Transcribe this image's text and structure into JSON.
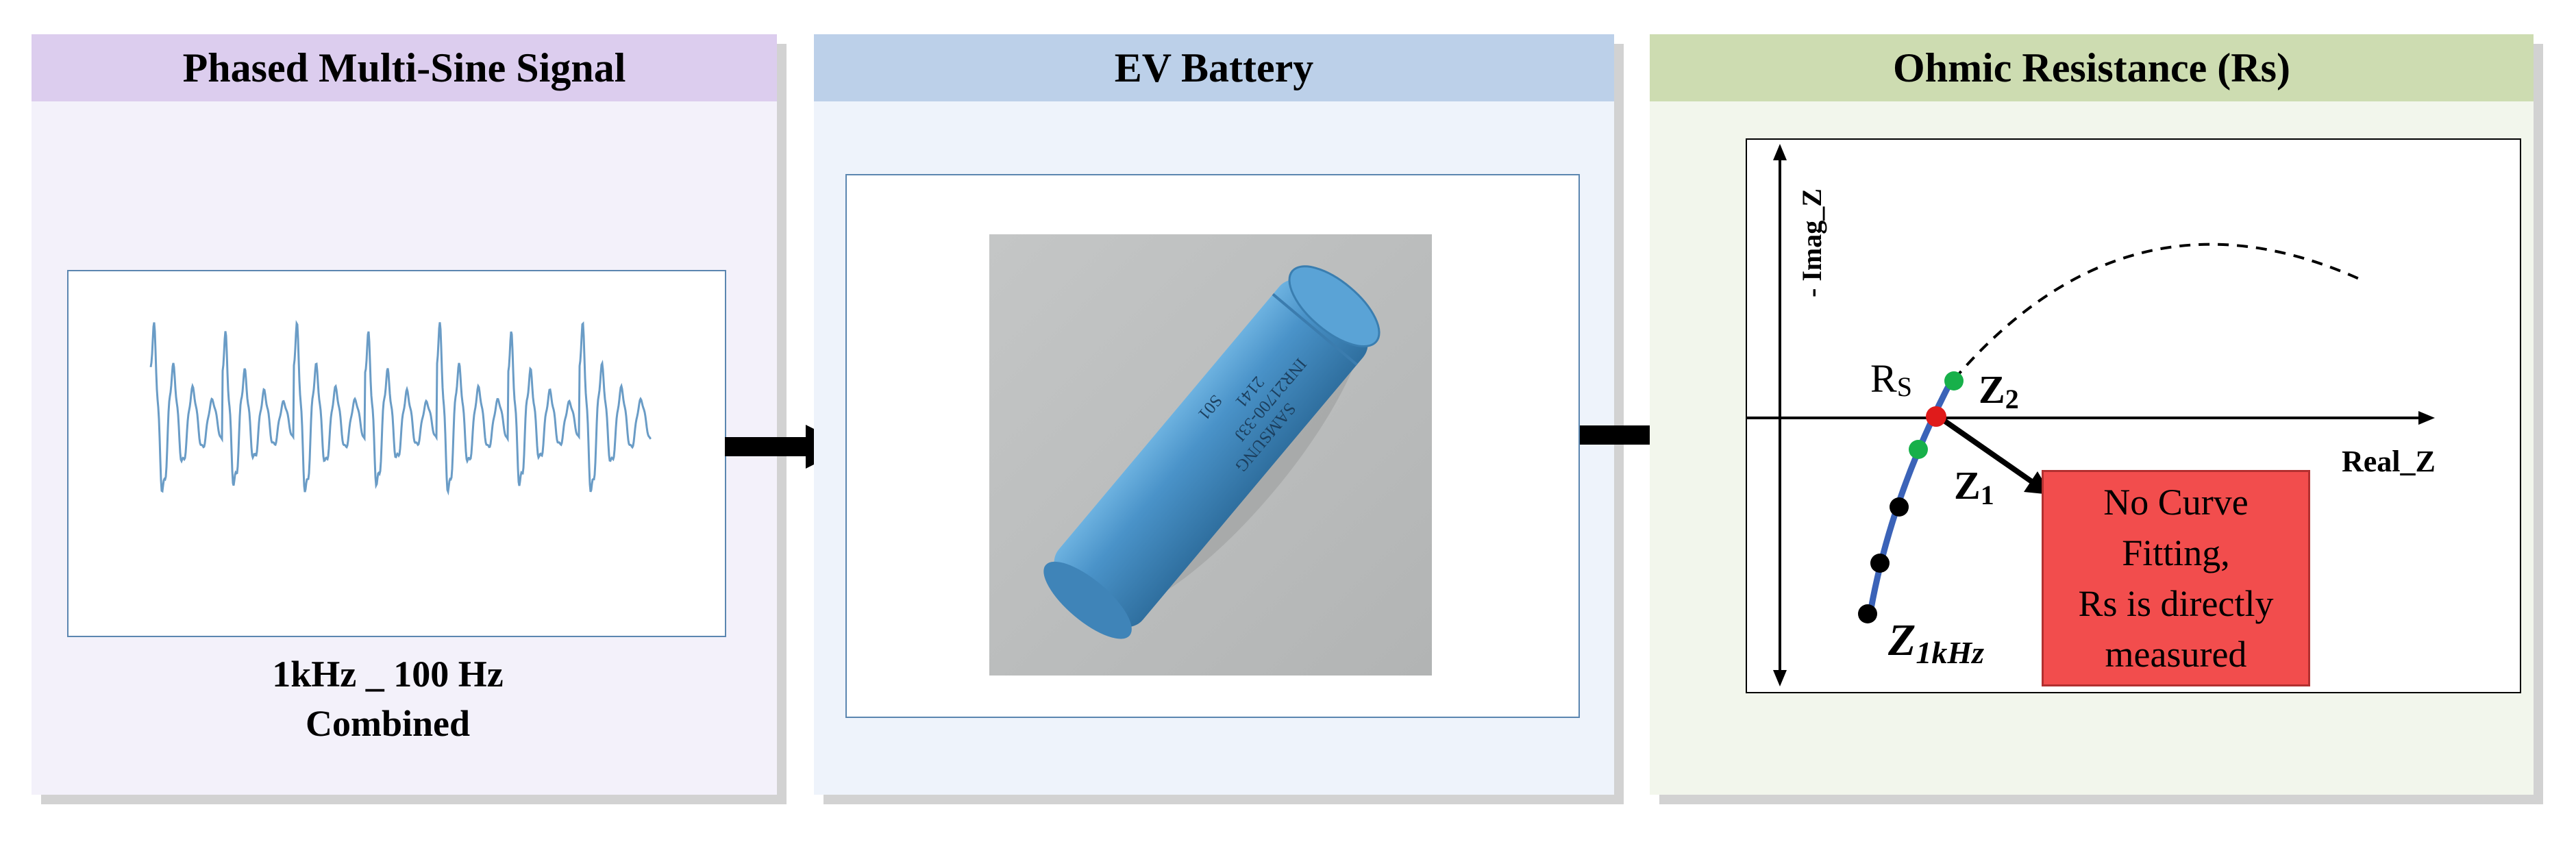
{
  "panels": {
    "signal": {
      "title": "Phased Multi-Sine Signal",
      "caption_line1": "1kHz _ 100 Hz",
      "caption_line2": "Combined"
    },
    "battery": {
      "title": "EV Battery",
      "cell_text_line1": "SAMSUNG",
      "cell_text_line2": "INR21700-33J",
      "cell_text_line3": "2141",
      "cell_text_line4": "S01"
    },
    "ohmic": {
      "title": "Ohmic Resistance (Rs)",
      "y_axis_label": "- Imag_Z",
      "x_axis_label": "Real_Z",
      "rs_label": "R",
      "rs_subscript": "S",
      "z2_label": "Z",
      "z2_subscript": "2",
      "z1_label": "Z",
      "z1_subscript": "1",
      "z1khz_label": "Z",
      "z1khz_subscript": "1kHz",
      "note_line1": "No Curve",
      "note_line2": "Fitting,",
      "note_line3": "Rs is directly",
      "note_line4": "measured"
    }
  },
  "colors": {
    "signal_header": "#dccdee",
    "battery_header": "#bcd0e9",
    "ohmic_header": "#cddcb1",
    "waveform": "#6a9cc6",
    "cell_body": "#4a93c9",
    "point_green": "#17b04a",
    "point_red": "#e01b1b",
    "point_black": "#000000",
    "curve_blue": "#3b63b8",
    "note_box": "#f24d4d"
  }
}
